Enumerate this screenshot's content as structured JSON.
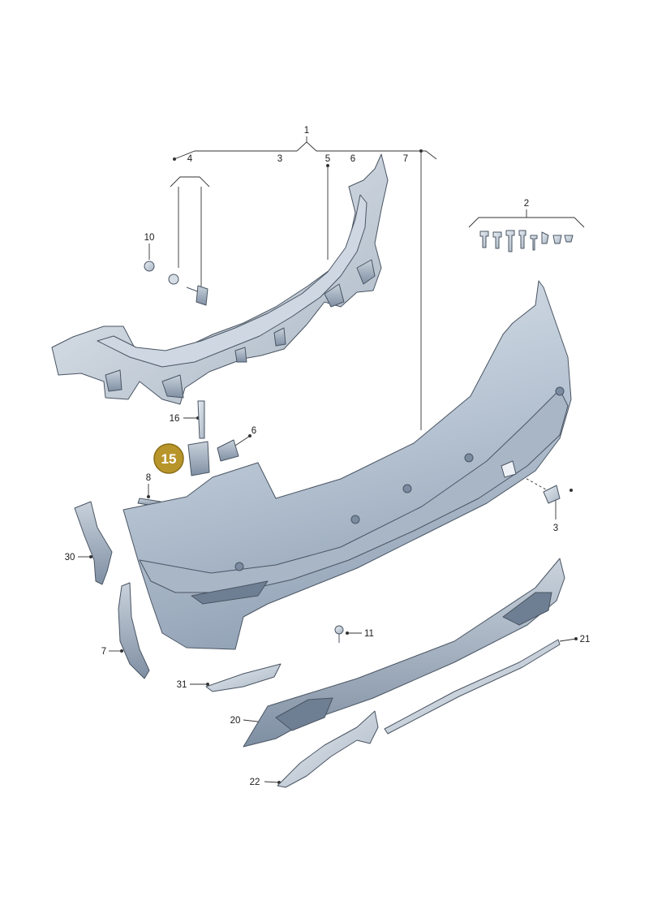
{
  "diagram": {
    "callouts": [
      {
        "id": "c1",
        "label": "1"
      },
      {
        "id": "c2",
        "label": "2"
      },
      {
        "id": "c3a",
        "label": "3"
      },
      {
        "id": "c3b",
        "label": "3"
      },
      {
        "id": "c4",
        "label": "4"
      },
      {
        "id": "c5",
        "label": "5"
      },
      {
        "id": "c6a",
        "label": "6"
      },
      {
        "id": "c6b",
        "label": "6"
      },
      {
        "id": "c7a",
        "label": "7"
      },
      {
        "id": "c7b",
        "label": "7"
      },
      {
        "id": "c8",
        "label": "8"
      },
      {
        "id": "c10",
        "label": "10"
      },
      {
        "id": "c11",
        "label": "11"
      },
      {
        "id": "c16",
        "label": "16"
      },
      {
        "id": "c20",
        "label": "20"
      },
      {
        "id": "c21",
        "label": "21"
      },
      {
        "id": "c22",
        "label": "22"
      },
      {
        "id": "c30",
        "label": "30"
      },
      {
        "id": "c31",
        "label": "31"
      }
    ],
    "highlight": {
      "label": "15",
      "color": "#b8952a"
    },
    "colors": {
      "bumper_light": "#dfe6ee",
      "bumper_mid": "#b6c3d2",
      "bumper_dark": "#8a9aae",
      "outline": "#4a5563"
    }
  }
}
